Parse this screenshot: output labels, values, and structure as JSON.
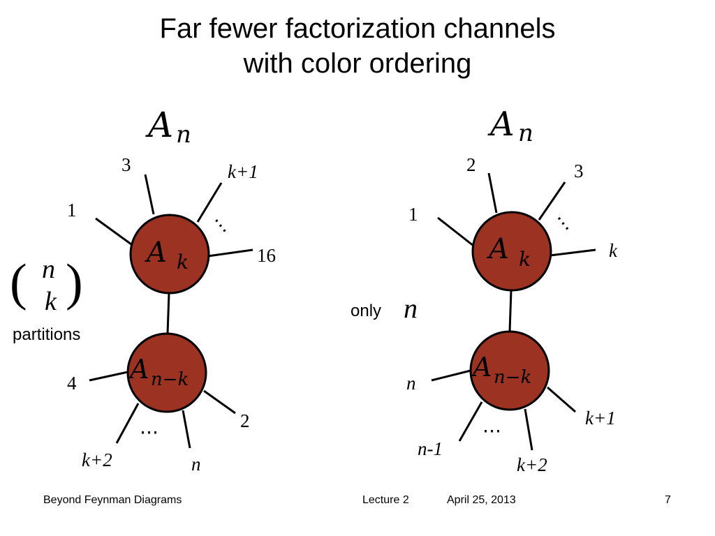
{
  "slide": {
    "title_line1": "Far fewer factorization channels",
    "title_line2": "with color ordering",
    "footer_left": "Beyond Feynman Diagrams",
    "footer_center": "Lecture 2",
    "footer_date": "April 25, 2013",
    "footer_page": "7"
  },
  "colors": {
    "blob": "#9b3222",
    "stroke": "#000000"
  },
  "left_diagram": {
    "amplitude_label": "A",
    "amplitude_sub": "n",
    "upper_blob_label": "A",
    "upper_blob_sub": "k",
    "lower_blob_label": "A",
    "lower_blob_sub": "n−k",
    "upper_legs": [
      "1",
      "3",
      "k+1",
      "16"
    ],
    "lower_legs": [
      "4",
      "k+2",
      "n",
      "2"
    ],
    "binomial_top": "n",
    "binomial_bottom": "k",
    "binomial_open": "(",
    "binomial_close": ")",
    "partitions_label": "partitions"
  },
  "right_diagram": {
    "amplitude_label": "A",
    "amplitude_sub": "n",
    "upper_blob_label": "A",
    "upper_blob_sub": "k",
    "lower_blob_label": "A",
    "lower_blob_sub": "n−k",
    "upper_legs": [
      "1",
      "2",
      "3",
      "k"
    ],
    "lower_legs": [
      "n",
      "n-1",
      "k+2",
      "k+1"
    ],
    "only_label": "only",
    "only_n": "n"
  },
  "ellipsis": "⋯"
}
